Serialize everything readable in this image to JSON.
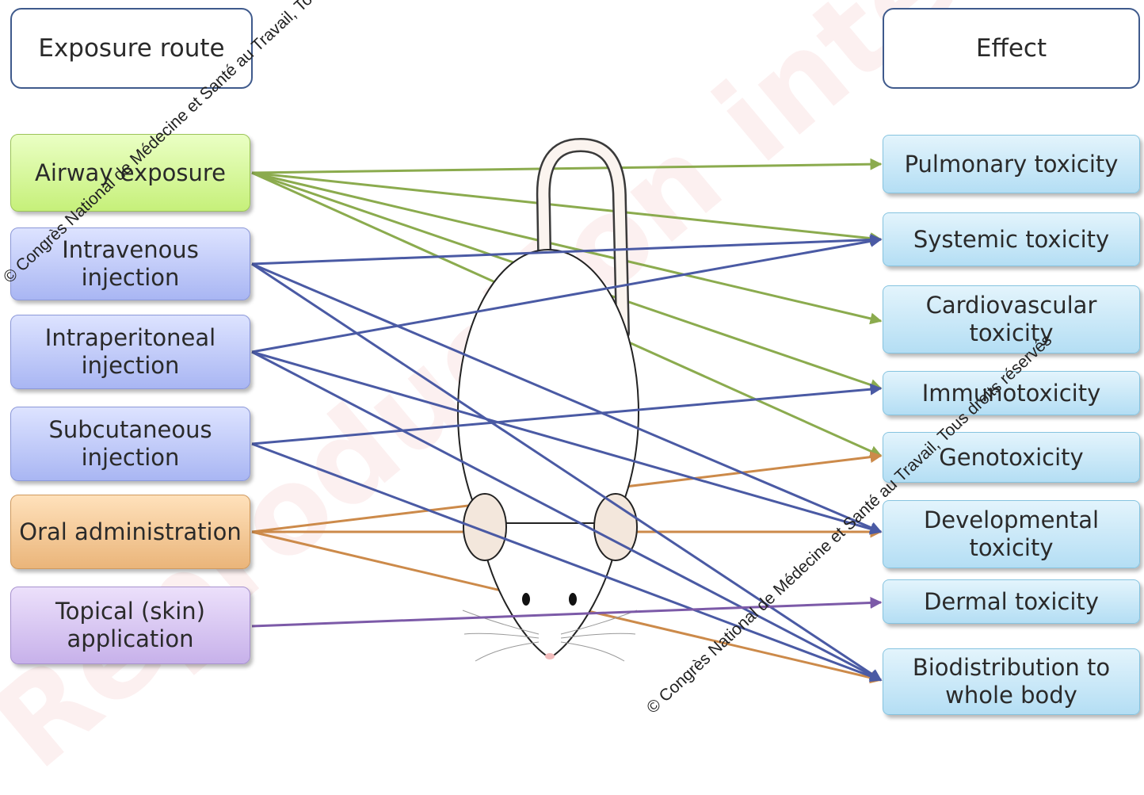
{
  "headers": {
    "routes": "Exposure route",
    "effects": "Effect"
  },
  "routes": [
    {
      "id": "airway",
      "label": "Airway exposure",
      "color": "green"
    },
    {
      "id": "iv",
      "label": "Intravenous injection",
      "color": "blue"
    },
    {
      "id": "ip",
      "label": "Intraperitoneal injection",
      "color": "blue"
    },
    {
      "id": "sc",
      "label": "Subcutaneous injection",
      "color": "blue"
    },
    {
      "id": "oral",
      "label": "Oral administration",
      "color": "orange"
    },
    {
      "id": "topical",
      "label": "Topical (skin) application",
      "color": "purple"
    }
  ],
  "effects": [
    {
      "id": "pulmonary",
      "label": "Pulmonary toxicity"
    },
    {
      "id": "systemic",
      "label": "Systemic toxicity"
    },
    {
      "id": "cardio",
      "label": "Cardiovascular toxicity"
    },
    {
      "id": "immuno",
      "label": "Immunotoxicity"
    },
    {
      "id": "geno",
      "label": "Genotoxicity"
    },
    {
      "id": "dev",
      "label": "Developmental toxicity"
    },
    {
      "id": "dermal",
      "label": "Dermal toxicity"
    },
    {
      "id": "biodist",
      "label": "Biodistribution to whole body"
    }
  ],
  "links": [
    [
      "airway",
      "pulmonary"
    ],
    [
      "airway",
      "systemic"
    ],
    [
      "airway",
      "cardio"
    ],
    [
      "airway",
      "immuno"
    ],
    [
      "airway",
      "geno"
    ],
    [
      "iv",
      "systemic"
    ],
    [
      "iv",
      "dev"
    ],
    [
      "iv",
      "biodist"
    ],
    [
      "ip",
      "systemic"
    ],
    [
      "ip",
      "dev"
    ],
    [
      "ip",
      "biodist"
    ],
    [
      "sc",
      "immuno"
    ],
    [
      "sc",
      "biodist"
    ],
    [
      "oral",
      "geno"
    ],
    [
      "oral",
      "dev"
    ],
    [
      "oral",
      "biodist"
    ],
    [
      "topical",
      "dermal"
    ]
  ],
  "colors": {
    "green": "#8bab4e",
    "blue": "#4a5aa4",
    "orange": "#cc8a4a",
    "purple": "#7c5aa8"
  },
  "watermark": {
    "copyright": "© Congrès National de Médecine et Santé au Travail, Tous droits réservés",
    "background": "Reproduction interdite © Congrès National de Médecine et Santé au Travail"
  }
}
